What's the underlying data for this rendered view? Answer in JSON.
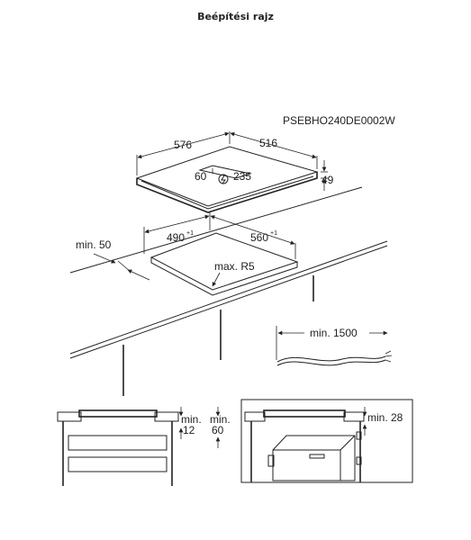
{
  "title": "Beépítési rajz",
  "model_code": "PSEBHO240DE0002W",
  "top_view": {
    "width_label": "576",
    "depth_label": "516",
    "height_label": "49",
    "cable_left_label": "60",
    "cable_right_label": "235"
  },
  "cutout": {
    "width_label": "490",
    "width_tolerance": "+1",
    "depth_label": "560",
    "depth_tolerance": "+1",
    "radius_label": "max. R5",
    "edge_label": "min. 50"
  },
  "cable": {
    "length_label": "min. 1500"
  },
  "side_left": {
    "clear_a_label": "min.",
    "clear_a_value": "12",
    "clear_b_label": "min.",
    "clear_b_value": "60"
  },
  "side_right": {
    "clear_label": "min. 28"
  },
  "colors": {
    "line": "#222222",
    "background": "#ffffff"
  }
}
